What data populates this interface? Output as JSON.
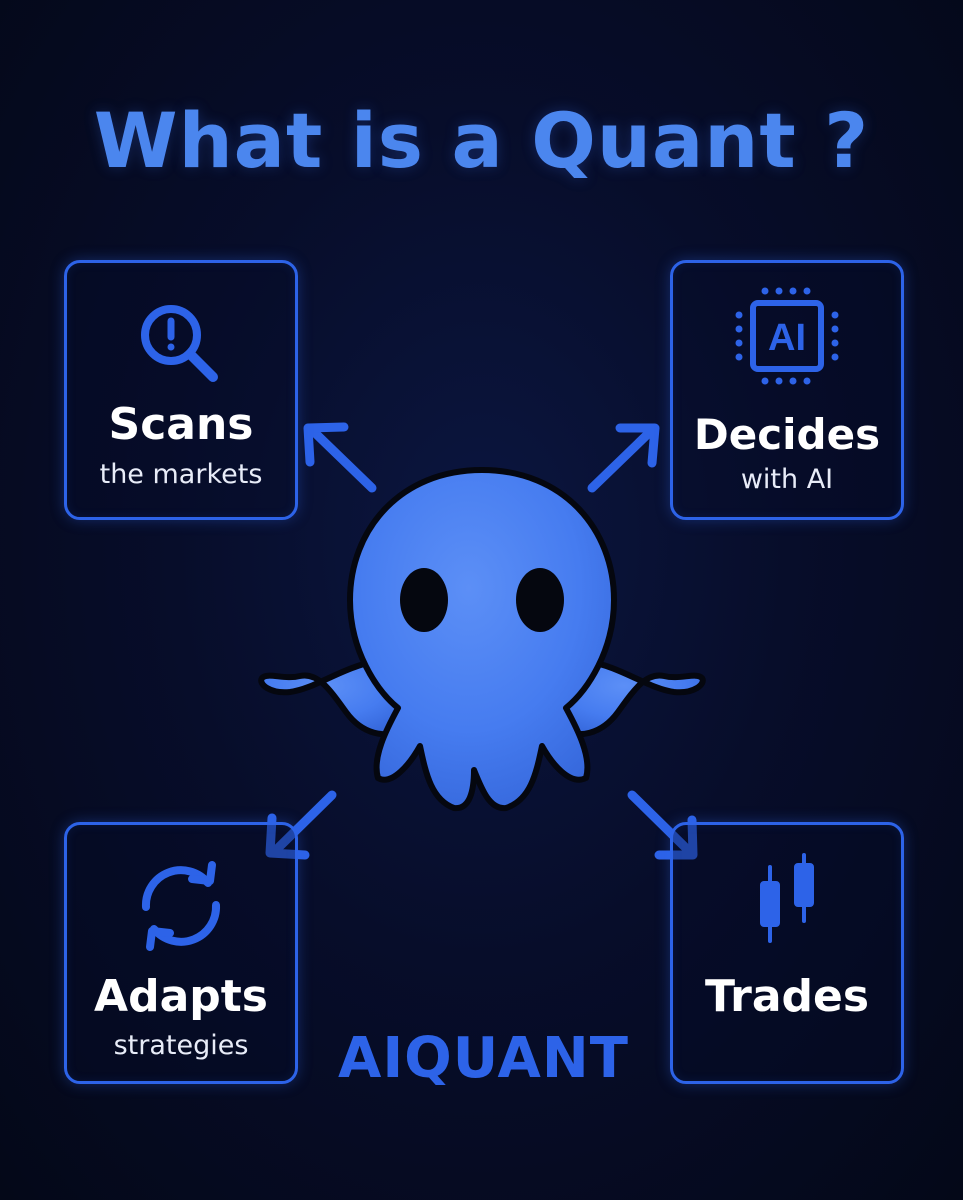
{
  "title": "What is a Quant ?",
  "brand": "AIQUANT",
  "cards": {
    "scans": {
      "heading": "Scans",
      "subtext": "the markets",
      "icon": "magnifier-alert-icon"
    },
    "decides": {
      "heading": "Decides",
      "subtext": "with AI",
      "icon": "ai-chip-icon",
      "chip_label": "AI"
    },
    "adapts": {
      "heading": "Adapts",
      "subtext": "strategies",
      "icon": "refresh-cycle-icon"
    },
    "trades": {
      "heading": "Trades",
      "icon": "candlestick-chart-icon"
    }
  },
  "center": {
    "icon": "octopus-mascot-icon"
  },
  "colors": {
    "accent": "#2d63e8",
    "title": "#4b86ee",
    "octopus": "#4a7ff0",
    "background": "#060c26",
    "text": "#ffffff"
  }
}
